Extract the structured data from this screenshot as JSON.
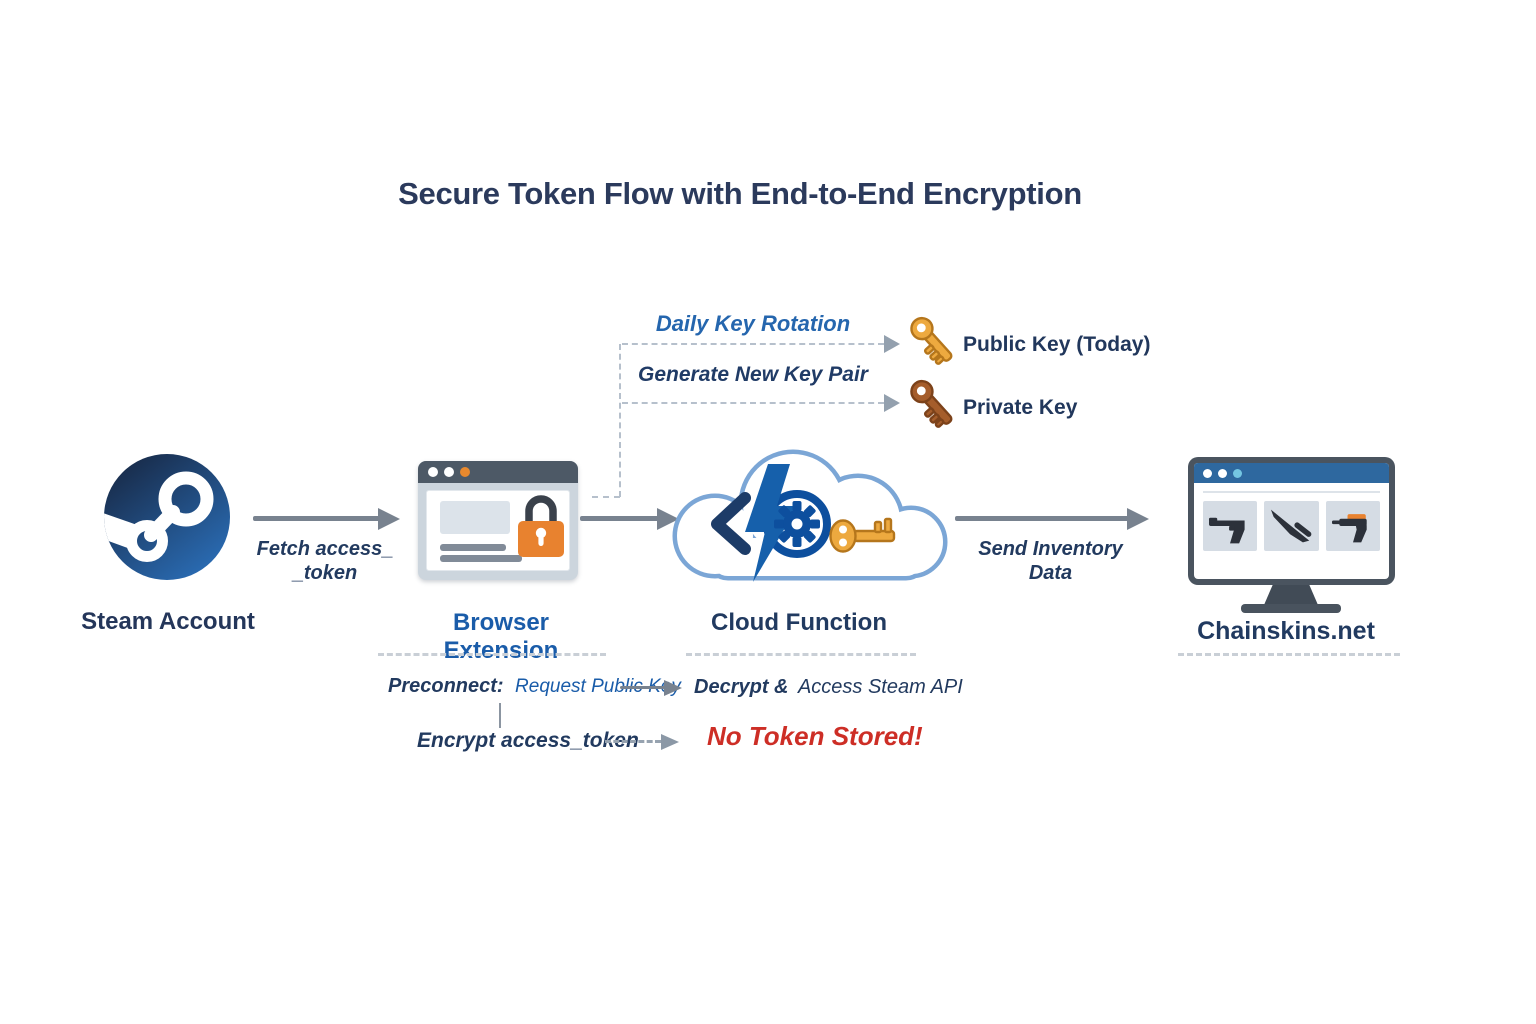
{
  "title": "Secure Token Flow with End-to-End Encryption",
  "colors": {
    "navy": "#223a5f",
    "title": "#2b3a5c",
    "link_blue": "#1a5ca9",
    "rotation_blue": "#2566ae",
    "alert_red": "#cd2e26",
    "arrow_gray": "#78828f",
    "dash_gray": "#b6c0cc",
    "dash_head": "#93a0ae",
    "divider_gray": "#c9cfd6",
    "gold": "#eda93f",
    "gold_dark": "#b5761c",
    "bronze": "#a55d2b",
    "bronze_dark": "#7c421a",
    "orange": "#e8822f",
    "slate": "#4d5966",
    "cloud_stroke": "#7ba6d6",
    "cloud_icon_blue": "#1660ab",
    "cloud_icon_dark": "#0d4f9e",
    "steam_dark": "#16233c",
    "steam_blue": "#2a6cb4",
    "monitor_slate": "#4a545f",
    "monitor_bar_blue": "#2e689f",
    "tile_gray": "#d5dce4",
    "weapon_dark": "#2c313a"
  },
  "key_rotation": {
    "daily_label": "Daily Key Rotation",
    "generate_label": "Generate New Key Pair",
    "public_key_label": "Public Key (Today)",
    "private_key_label": "Private Key"
  },
  "nodes": {
    "steam": {
      "label": "Steam Account"
    },
    "extension": {
      "label": "Browser Extension"
    },
    "cloud": {
      "label": "Cloud Function"
    },
    "site": {
      "label": "Chainskins.net"
    }
  },
  "flows": {
    "fetch_token": {
      "line1": "Fetch access_",
      "line2": "_token"
    },
    "send_inventory": {
      "line1": "Send Inventory",
      "line2": "Data"
    }
  },
  "bottom": {
    "preconnect_label": "Preconnect:",
    "request_label": "Request Public Key",
    "decrypt_bold": "Decrypt &",
    "decrypt_rest": "Access Steam API",
    "encrypt_label": "Encrypt access_token",
    "no_token_label": "No Token Stored!"
  },
  "icons": {
    "steam_logo": "steam-circle-logo",
    "browser_window": "browser-window-with-lock",
    "lock": "orange-padlock",
    "cloud_function": "cloud-with-code-bolt-gear-and-key",
    "public_key": "gold-tilted-key",
    "private_key": "bronze-tilted-key",
    "cloud_key": "gold-classic-key",
    "monitor": "marketplace-monitor",
    "weapon_tiles": [
      "pistol",
      "knife",
      "pistol-orange-slide"
    ]
  }
}
